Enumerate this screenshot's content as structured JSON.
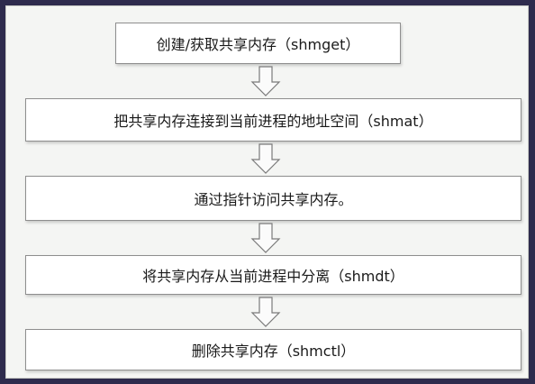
{
  "steps": [
    {
      "label": "创建/获取共享内存（shmget）"
    },
    {
      "label": "把共享内存连接到当前进程的地址空间（shmat）"
    },
    {
      "label": "通过指针访问共享内存。"
    },
    {
      "label": "将共享内存从当前进程中分离（shmdt）"
    },
    {
      "label": "删除共享内存（shmctl）"
    }
  ]
}
